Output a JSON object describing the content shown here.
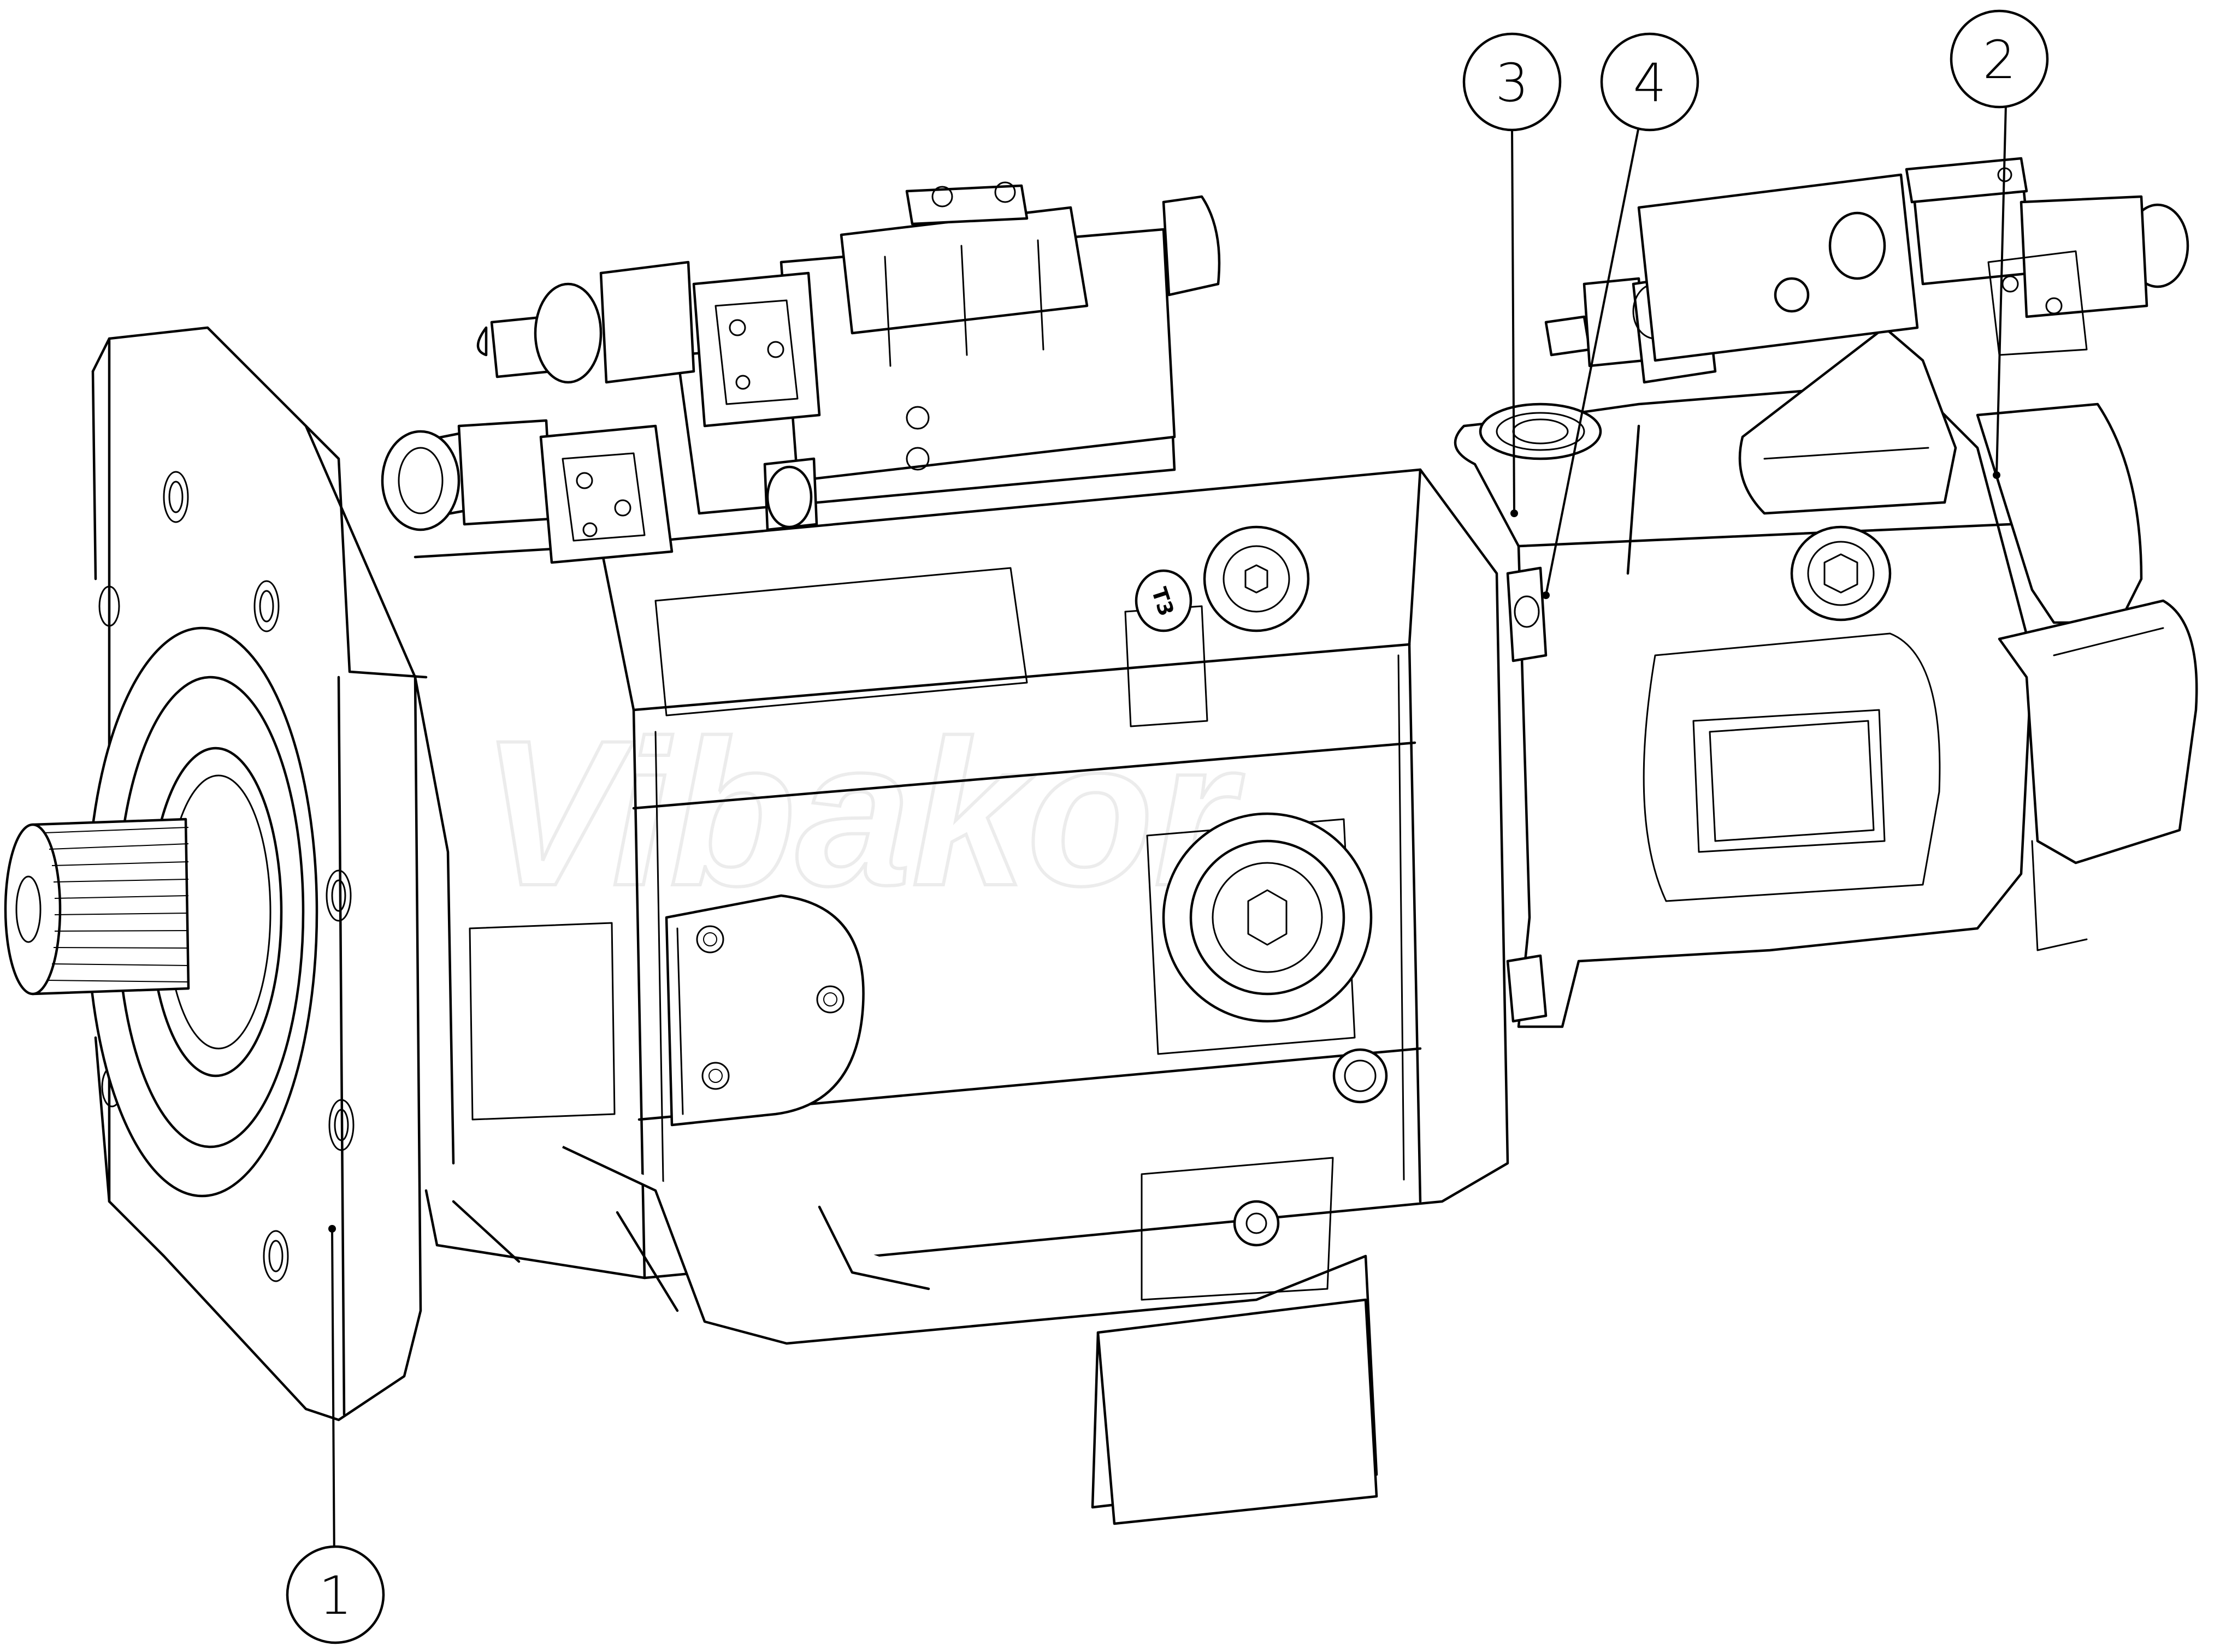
{
  "drawing": {
    "subject": "tandem-axial-piston-pump-isometric",
    "watermark": "Vibakor",
    "port_marking": "T3"
  },
  "balloons": [
    {
      "id": "1",
      "label": "1"
    },
    {
      "id": "2",
      "label": "2"
    },
    {
      "id": "3",
      "label": "3"
    },
    {
      "id": "4",
      "label": "4"
    }
  ],
  "colors": {
    "line": "#000000",
    "background": "#ffffff",
    "watermark": "#ececec"
  }
}
